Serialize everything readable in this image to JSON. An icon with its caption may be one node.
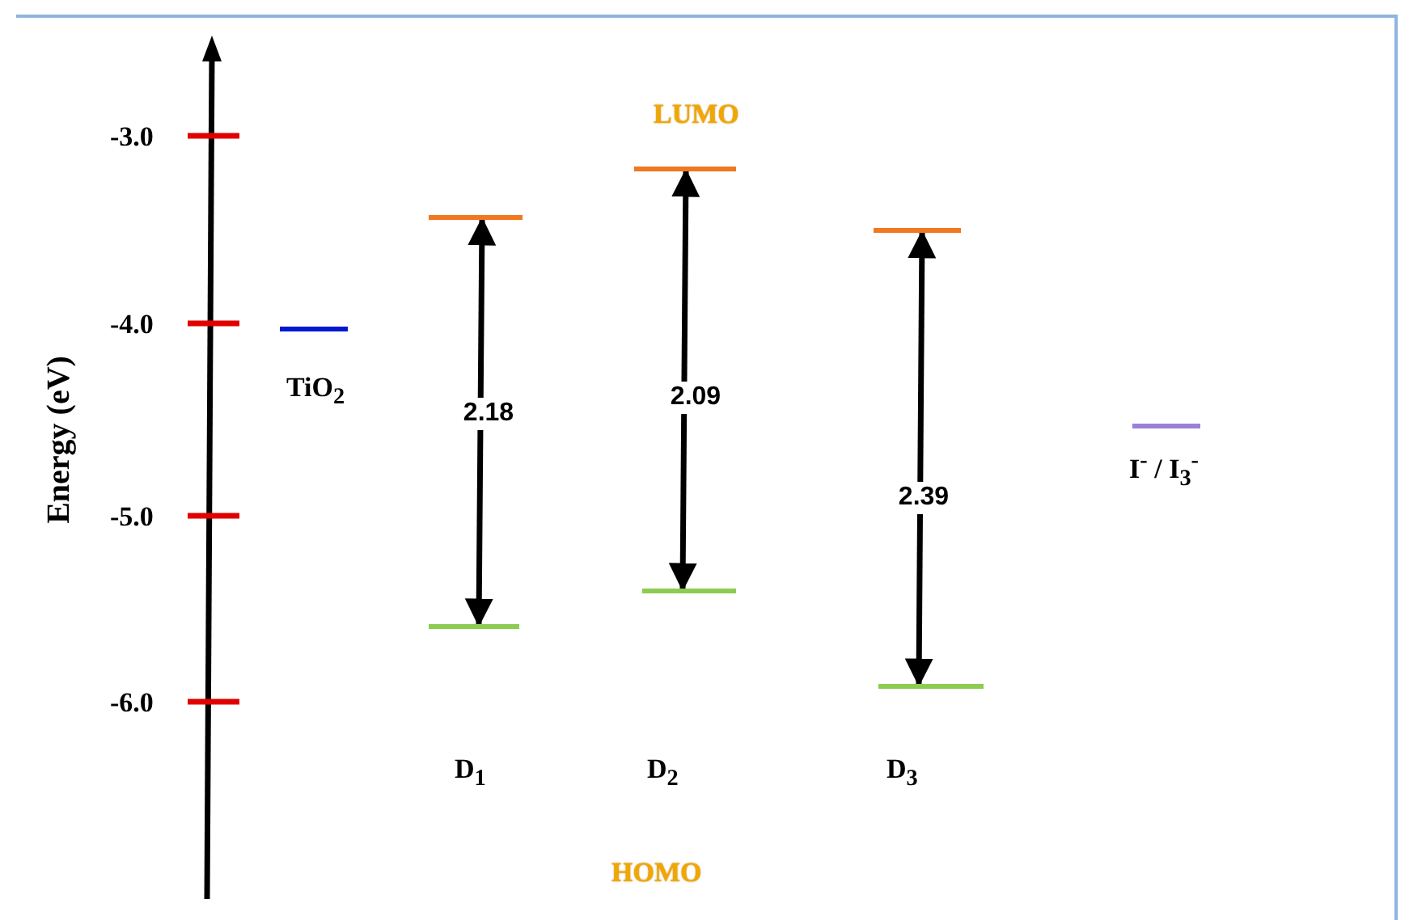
{
  "diagram": {
    "nodes": [
      {
        "text": [],
        "shape": "bar",
        "beside": [
          "TiO$_{2}$"
        ]
      },
      {
        "text": [],
        "shape": "bar"
      },
      {
        "text": [],
        "shape": "bar"
      },
      {
        "text": [],
        "shape": "bar"
      },
      {
        "text": [],
        "shape": "bar"
      },
      {
        "text": [],
        "shape": "bar"
      },
      {
        "text": [],
        "shape": "bar"
      },
      {
        "text": [],
        "shape": "bar",
        "beside": [
          "I$^{-}$ / I$_{3}$$^{-}$"
        ]
      }
    ],
    "edges": [
      {
        "from": 2,
        "to": 1,
        "arrow": "both",
        "label": "2.18"
      },
      {
        "from": 4,
        "to": 3,
        "arrow": "both",
        "label": "2.09"
      },
      {
        "from": 6,
        "to": 5,
        "arrow": "both",
        "label": "2.39"
      }
    ],
    "labels": [
      "LUMO",
      "-3.0",
      "-4.0",
      "Energy (eV)",
      "-5.0",
      "-6.0",
      "D$_{1}$",
      "D$_{2}$",
      "D$_{3}$",
      "HOMO"
    ]
  }
}
